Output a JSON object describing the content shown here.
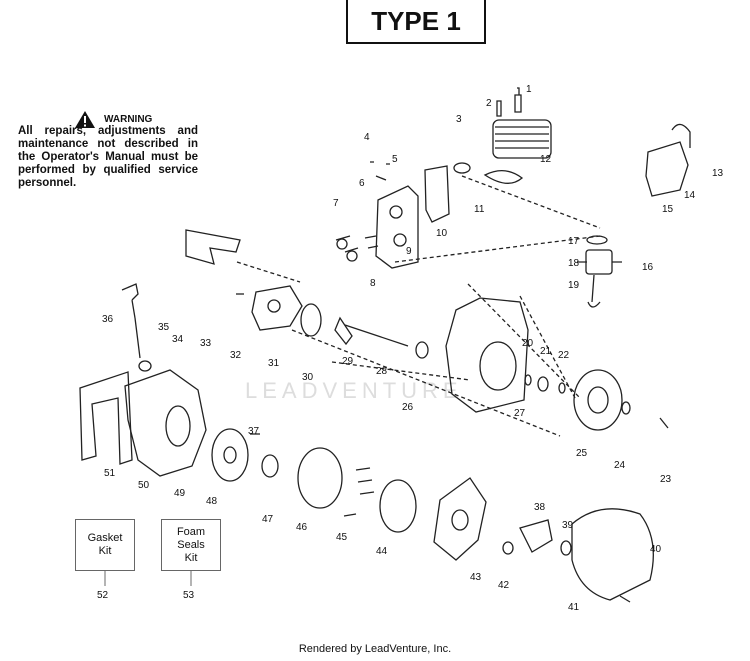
{
  "title": "TYPE 1",
  "warning": {
    "heading": "WARNING",
    "text": "All repairs, adjustments and maintenance not described in the Operator's Manual must be performed by qualified service personnel."
  },
  "kits": [
    {
      "label": "Gasket\nKit",
      "number": "52"
    },
    {
      "label": "Foam\nSeals\nKit",
      "number": "53"
    }
  ],
  "watermark": "LEADVENTURE",
  "footer": "Rendered by LeadVenture, Inc.",
  "callouts": [
    "1",
    "2",
    "3",
    "4",
    "5",
    "6",
    "7",
    "8",
    "9",
    "10",
    "11",
    "12",
    "13",
    "14",
    "15",
    "16",
    "17",
    "18",
    "19",
    "20",
    "21",
    "22",
    "23",
    "24",
    "25",
    "26",
    "27",
    "28",
    "29",
    "30",
    "31",
    "32",
    "33",
    "34",
    "35",
    "36",
    "37",
    "38",
    "39",
    "40",
    "41",
    "42",
    "43",
    "44",
    "45",
    "46",
    "47",
    "48",
    "49",
    "50",
    "51"
  ]
}
